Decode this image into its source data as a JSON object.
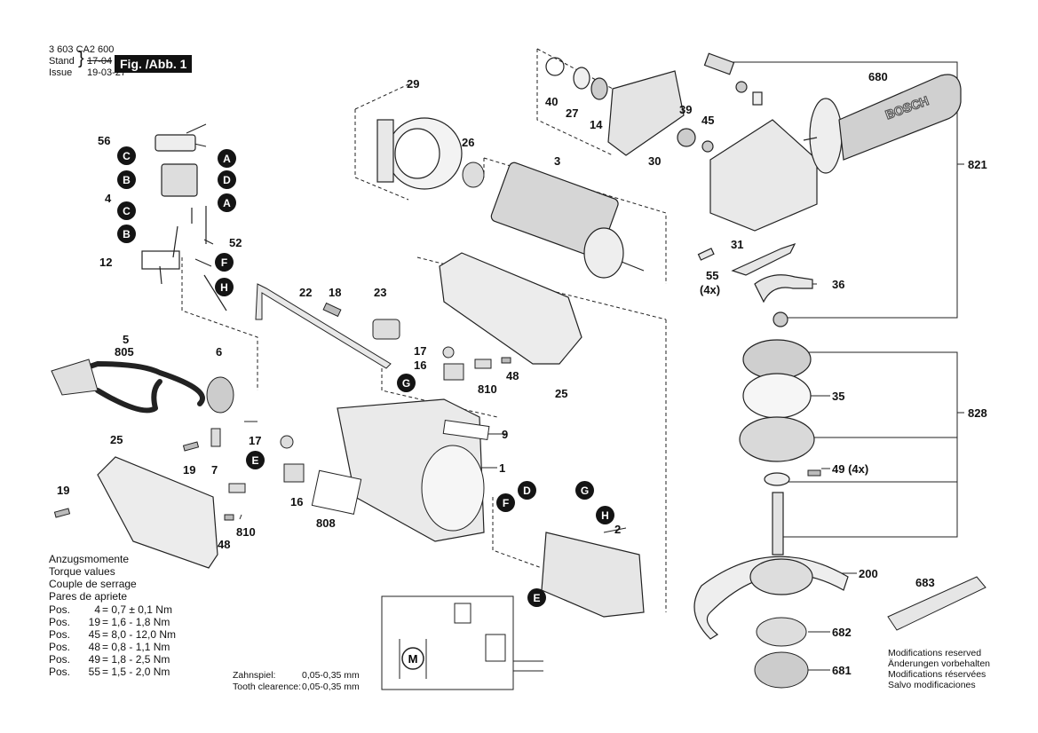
{
  "header": {
    "doc_number": "3 603 CA2 600",
    "stand_label": "Stand",
    "issue_label": "Issue",
    "stand_value": "17-04",
    "issue_value": "19-03-27",
    "figure_label": "Fig. /Abb. 1"
  },
  "parts": {
    "p3": "3",
    "p26": "26",
    "p29": "29",
    "p40": "40",
    "p27": "27",
    "p14": "14",
    "p39": "39",
    "p45": "45",
    "p30": "30",
    "p680": "680",
    "p821": "821",
    "p31": "31",
    "p55": "55",
    "p55_qty": "(4x)",
    "p36": "36",
    "p35": "35",
    "p828": "828",
    "p49": "49 (4x)",
    "p200": "200",
    "p682": "682",
    "p681": "681",
    "p683": "683",
    "p56": "56",
    "p4": "4",
    "p52": "52",
    "p12": "12",
    "p22": "22",
    "p18": "18",
    "p23": "23",
    "p17a": "17",
    "p16a": "16",
    "p48a": "48",
    "p810a": "810",
    "p25a": "25",
    "p5": "5",
    "p805": "805",
    "p6": "6",
    "p9": "9",
    "p1": "1",
    "p17b": "17",
    "p19a": "19",
    "p7": "7",
    "p25b": "25",
    "p19b": "19",
    "p16b": "16",
    "p808": "808",
    "p810b": "810",
    "p48b": "48",
    "p2": "2"
  },
  "badges": {
    "C": "C",
    "A": "A",
    "B": "B",
    "D": "D",
    "F": "F",
    "H": "H",
    "G": "G",
    "E": "E"
  },
  "brand_text": "BOSCH",
  "motor_symbol": "M",
  "torque": {
    "lines": [
      "Anzugsmomente",
      "Torque values",
      "Couple de serrage",
      "Pares de apriete"
    ],
    "rows": [
      {
        "pos": "Pos.",
        "num": "4",
        "val": "= 0,7 ±   0,1 Nm"
      },
      {
        "pos": "Pos.",
        "num": "19",
        "val": "= 1,6 -   1,8 Nm"
      },
      {
        "pos": "Pos.",
        "num": "45",
        "val": "= 8,0 - 12,0 Nm"
      },
      {
        "pos": "Pos.",
        "num": "48",
        "val": "= 0,8 -   1,1 Nm"
      },
      {
        "pos": "Pos.",
        "num": "49",
        "val": "= 1,8 -   2,5 Nm"
      },
      {
        "pos": "Pos.",
        "num": "55",
        "val": "= 1,5 -   2,0 Nm"
      }
    ]
  },
  "clearance": {
    "de_label": "Zahnspiel:",
    "de_value": "0,05-0,35 mm",
    "en_label": "Tooth clearence:",
    "en_value": "0,05-0,35 mm"
  },
  "modifications": [
    "Modifications reserved",
    "Änderungen vorbehalten",
    "Modifications réservées",
    "Salvo modificaciones"
  ]
}
